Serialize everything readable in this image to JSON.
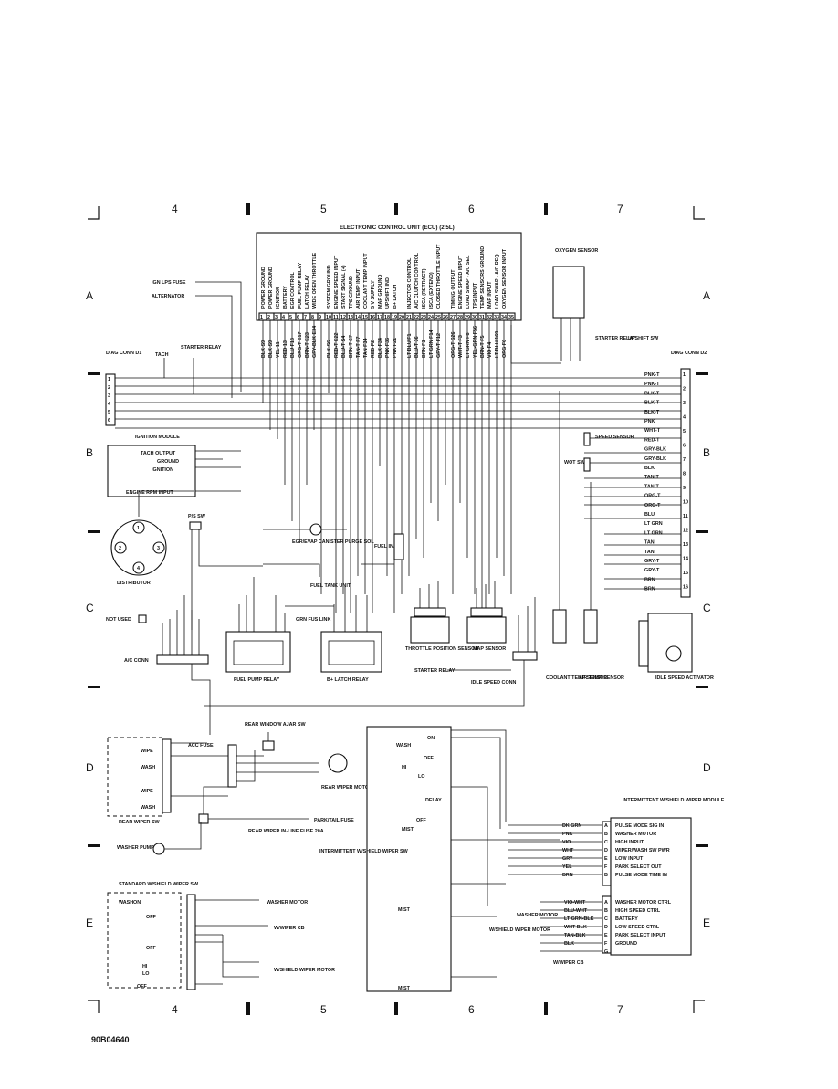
{
  "doc_id": "90B04640",
  "zones": {
    "cols": [
      "4",
      "5",
      "6",
      "7"
    ],
    "rows": [
      "A",
      "B",
      "C",
      "D",
      "E"
    ]
  },
  "ecu": {
    "title": "ELECTRONIC CONTROL UNIT (ECU) (2.5L)",
    "pins": [
      {
        "n": "1",
        "fn": "POWER GROUND",
        "wire": "BLK S9"
      },
      {
        "n": "2",
        "fn": "POWER GROUND",
        "wire": "BLK S9"
      },
      {
        "n": "3",
        "fn": "IGNITION",
        "wire": "YEL 11"
      },
      {
        "n": "4",
        "fn": "BATTERY",
        "wire": "RED 13"
      },
      {
        "n": "5",
        "fn": "EGR CONTROL",
        "wire": "BLU F18"
      },
      {
        "n": "6",
        "fn": "FUEL PUMP RELAY",
        "wire": "ORG-T E17"
      },
      {
        "n": "7",
        "fn": "LATCH RELAY",
        "wire": "BRN-T E23"
      },
      {
        "n": "8",
        "fn": "WIDE OPEN THROTTLE",
        "wire": "GRY-BLK E34"
      },
      {
        "n": "9",
        "fn": "",
        "wire": ""
      },
      {
        "n": "10",
        "fn": "SYSTEM GROUND",
        "wire": "BLK S6"
      },
      {
        "n": "11",
        "fn": "ENGINE SPEED INPUT",
        "wire": "RED-T E22"
      },
      {
        "n": "12",
        "fn": "START SIGNAL (+)",
        "wire": "BLU-T S4"
      },
      {
        "n": "13",
        "fn": "TPS GROUND",
        "wire": "BRN-T S7"
      },
      {
        "n": "14",
        "fn": "AIR TEMP INPUT",
        "wire": "TAN-T F7"
      },
      {
        "n": "15",
        "fn": "COOLANT TEMP INPUT",
        "wire": "TAN F34"
      },
      {
        "n": "16",
        "fn": "5 V SUPPLY",
        "wire": "RED F2"
      },
      {
        "n": "17",
        "fn": "MAP GROUND",
        "wire": "BLK F34"
      },
      {
        "n": "18",
        "fn": "UPSHIFT IND",
        "wire": "PNK F36"
      },
      {
        "n": "19",
        "fn": "B+ LATCH",
        "wire": "PNK F21"
      },
      {
        "n": "20",
        "fn": "",
        "wire": ""
      },
      {
        "n": "21",
        "fn": "INJECTOR CONTROL",
        "wire": "LT BLU F1"
      },
      {
        "n": "22",
        "fn": "A/C CLUTCH CONTROL",
        "wire": "BLU-T 36"
      },
      {
        "n": "23",
        "fn": "ISCA (RETRACT)",
        "wire": "BRN F3"
      },
      {
        "n": "24",
        "fn": "ISCA (EXTEND)",
        "wire": "LT GRN F14"
      },
      {
        "n": "25",
        "fn": "CLOSED THROTTLE INPUT",
        "wire": "GRY-T F12"
      },
      {
        "n": "26",
        "fn": "",
        "wire": ""
      },
      {
        "n": "27",
        "fn": "TIMING OUTPUT",
        "wire": "ORG-T S26"
      },
      {
        "n": "28",
        "fn": "ENGINE SPEED INPUT",
        "wire": "WHT-T F3"
      },
      {
        "n": "29",
        "fn": "LOAD SWAP - A/C SEL",
        "wire": "LT GRN F8"
      },
      {
        "n": "30",
        "fn": "TPS INPUT",
        "wire": "YEL-GRN F56"
      },
      {
        "n": "31",
        "fn": "TEMP SENSORS GROUND",
        "wire": "BRN-T F5"
      },
      {
        "n": "32",
        "fn": "MAP INPUT",
        "wire": "VIO F4"
      },
      {
        "n": "33",
        "fn": "LOAD SWAP - A/C REQ",
        "wire": "LT BLU 169"
      },
      {
        "n": "34",
        "fn": "OXYGEN SENSOR INPUT",
        "wire": "ORG F6"
      },
      {
        "n": "35",
        "fn": "",
        "wire": ""
      }
    ]
  },
  "labels": {
    "oxygen_sensor": "OXYGEN SENSOR",
    "ign_lps_fuse": "IGN LPS FUSE",
    "alternator": "ALTERNATOR",
    "diag_d1": "DIAG CONN D1",
    "diag_d2": "DIAG CONN D2",
    "tach": "TACH",
    "starter_relay": "STARTER RELAY",
    "upshift_sw": "UPSHIFT SW",
    "ignition_module": "IGNITION MODULE",
    "tach_output": "TACH OUTPUT",
    "ground": "GROUND",
    "ignition": "IGNITION",
    "engine_rpm_input": "ENGINE RPM INPUT",
    "ps_sw": "P/S SW",
    "distributor": "DISTRIBUTOR",
    "egr_sol": "EGR/EVAP CANISTER PURGE SOL",
    "fuel_inj": "FUEL INJ",
    "fuel_tank_unit": "FUEL TANK UNIT",
    "speed_sensor": "SPEED SENSOR",
    "wot_sw": "WOT SW",
    "not_used": "NOT USED",
    "ac_conn": "A/C CONN",
    "grn_fus_link": "GRN FUS LINK",
    "fuel_pump_relay": "FUEL PUMP RELAY",
    "b_latch_relay": "B+ LATCH RELAY",
    "throttle_position_sensor": "THROTTLE POSITION SENSOR",
    "map_sensor": "MAP SENSOR",
    "idle_speed_conn": "IDLE SPEED CONN",
    "coolant_temp_sensor": "COOLANT TEMP SENSOR",
    "air_temp_sensor": "AIR TEMP SENSOR",
    "idle_speed_activator": "IDLE SPEED ACTIVATOR",
    "rear_window_ajar_sw": "REAR WINDOW AJAR SW",
    "acc_fuse": "ACC FUSE",
    "rear_wiper_sw": "REAR WIPER SW",
    "rear_wiper_motor": "REAR WIPER MOTOR",
    "wipe": "WIPE",
    "wash": "WASH",
    "park_tail_fuse": "PARK/TAIL FUSE",
    "rear_wiper_inline_fuse": "REAR WIPER IN-LINE FUSE 20A",
    "washer_pump": "WASHER PUMP",
    "std_wshield_wiper_sw": "STANDARD W/SHIELD WIPER SW",
    "washer_motor": "WASHER MOTOR",
    "w_wiper_cb": "W/WIPER CB",
    "wshield_wiper_motor": "W/SHIELD WIPER MOTOR",
    "intermittent_sw": "INTERMITTENT W/SHIELD WIPER SW",
    "intermittent_module": "INTERMITTENT W/SHIELD WIPER MODULE",
    "on": "ON",
    "off": "OFF",
    "hi": "HI",
    "lo": "LO",
    "mist": "MIST",
    "delay": "DELAY"
  },
  "diag_d1_pins": [
    "1",
    "2",
    "3",
    "4",
    "5",
    "6"
  ],
  "diag_d2_pins": [
    "1",
    "2",
    "3",
    "4",
    "5",
    "6",
    "7",
    "8",
    "9",
    "10",
    "11",
    "12",
    "13",
    "14",
    "15",
    "16"
  ],
  "module_pins": [
    {
      "pin": "A",
      "fn": "PULSE MODE SIG IN",
      "wire": "DK GRN"
    },
    {
      "pin": "B",
      "fn": "WASHER MOTOR",
      "wire": "PNK"
    },
    {
      "pin": "C",
      "fn": "HIGH INPUT",
      "wire": "VIO"
    },
    {
      "pin": "D",
      "fn": "WIPER/WASH SW PWR",
      "wire": "WHT"
    },
    {
      "pin": "E",
      "fn": "LOW INPUT",
      "wire": "GRY"
    },
    {
      "pin": "F",
      "fn": "PARK SELECT OUT",
      "wire": "YEL"
    },
    {
      "pin": "B",
      "fn": "PULSE MODE TIME IN",
      "wire": "BRN"
    }
  ],
  "module_pins2": [
    {
      "pin": "A",
      "fn": "WASHER MOTOR CTRL",
      "wire": "VIO-WHT"
    },
    {
      "pin": "B",
      "fn": "HIGH SPEED CTRL",
      "wire": "BLU-WHT"
    },
    {
      "pin": "C",
      "fn": "BATTERY",
      "wire": "LT GRN-BLK"
    },
    {
      "pin": "D",
      "fn": "LOW SPEED CTRL",
      "wire": "WHT-BLK"
    },
    {
      "pin": "E",
      "fn": "PARK SELECT INPUT",
      "wire": "TAN-BLK"
    },
    {
      "pin": "F",
      "fn": "GROUND",
      "wire": "BLK"
    },
    {
      "pin": "G",
      "fn": "",
      "wire": ""
    }
  ],
  "d2_wires": [
    "PNK-T",
    "PNK-T",
    "BLK-T",
    "BLK-T",
    "BLK-T",
    "PNK",
    "WHT-T",
    "RED-T",
    "GRY-BLK",
    "GRY-BLK",
    "BLK",
    "TAN-T",
    "TAN-T",
    "ORG-T",
    "ORG-T",
    "BLU",
    "LT GRN",
    "LT GRN",
    "TAN",
    "TAN",
    "GRY-T",
    "GRY-T",
    "BRN",
    "BRN"
  ]
}
